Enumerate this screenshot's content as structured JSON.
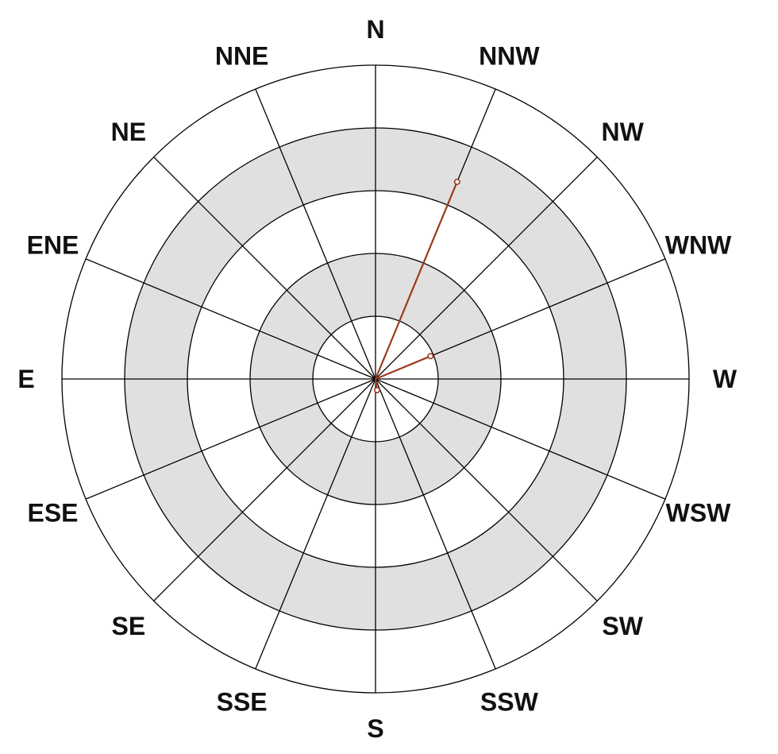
{
  "chart_data": {
    "type": "polar-line",
    "title": "",
    "rings": 5,
    "ring_fill": "#e0e0e0",
    "grid_color": "#000000",
    "series_color": "#9b3a1c",
    "directions": [
      "N",
      "NNW",
      "NW",
      "WNW",
      "W",
      "WSW",
      "SW",
      "SSW",
      "S",
      "SSE",
      "SE",
      "ESE",
      "E",
      "ENE",
      "NE",
      "NNE"
    ],
    "series": [
      {
        "points": [
          {
            "direction": "NNW",
            "bearing": 22.5,
            "value": 3.4
          },
          {
            "direction": "WNW",
            "bearing": 67.5,
            "value": 0.95
          },
          {
            "direction": "SSE",
            "bearing": 172,
            "value": 0.18
          }
        ]
      }
    ]
  }
}
